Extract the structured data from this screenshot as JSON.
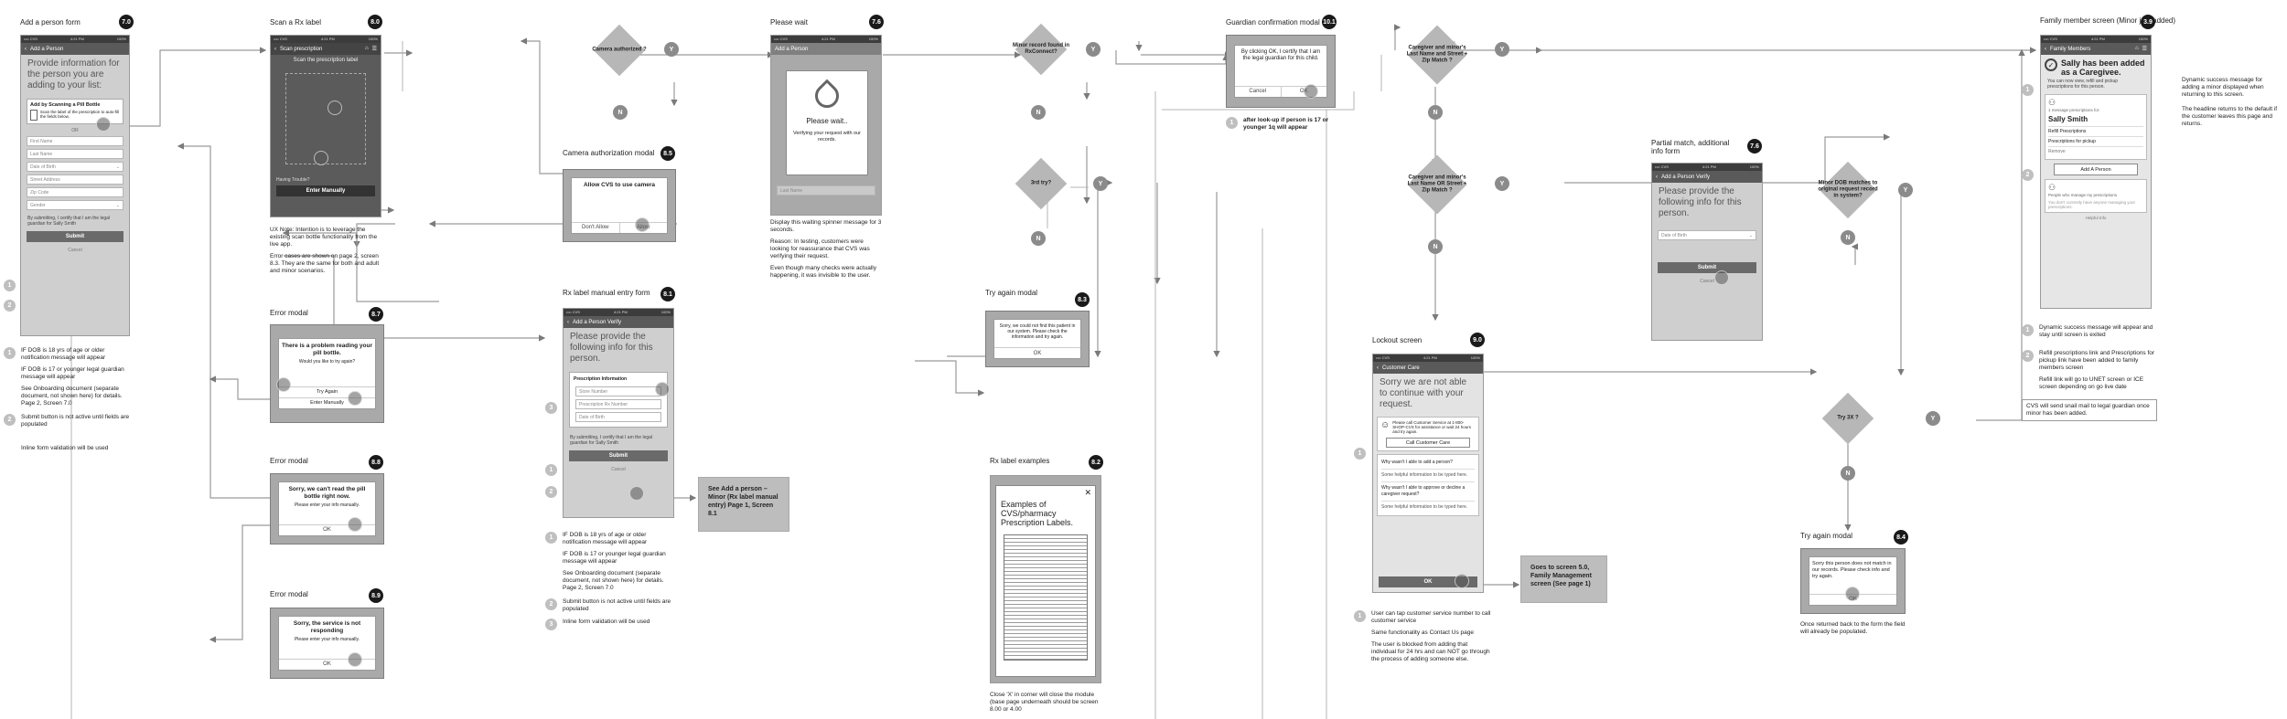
{
  "screens": {
    "s70": {
      "title": "Add a person form",
      "num": "7.0",
      "nav": "Add a Person",
      "intro": "Provide information for the person you are adding to your list:",
      "scan_title": "Add by Scanning a Pill Bottle",
      "scan_text": "Scan the label of the prescription to auto-fill the fields below.",
      "or": "OR",
      "fields": [
        "First Name",
        "Last Name",
        "Date of Birth",
        "Street Address",
        "Zip Code",
        "Gender"
      ],
      "consent": "By submitting, I certify that I am the legal guardian for Sally Smith",
      "submit": "Submit",
      "cancel": "Cancel"
    },
    "s80": {
      "title": "Scan a Rx label",
      "num": "8.0",
      "nav": "Scan prescription",
      "hint": "Scan the prescription label",
      "trouble": "Having Trouble?",
      "manual": "Enter Manually"
    },
    "s85": {
      "title": "Camera authorization modal",
      "num": "8.5",
      "msg": "Allow CVS to use camera",
      "deny": "Don't Allow",
      "allow": "Allow"
    },
    "s76a": {
      "title": "Please wait",
      "num": "7.6",
      "nav": "Add a Person",
      "wait": "Please wait..",
      "verify": "Verifying your request with our records.",
      "field": "Last Name"
    },
    "s101": {
      "title": "Guardian confirmation modal",
      "num": "10.1",
      "msg": "By clicking OK, I certify that I am the legal guardian for this child.",
      "cancel": "Cancel",
      "ok": "OK"
    },
    "s76b": {
      "title": "Partial match, additional info form",
      "num": "7.6",
      "nav": "Add a Person Verify",
      "intro": "Please provide the following info for this person.",
      "field": "Date of Birth",
      "submit": "Submit",
      "cancel": "Cancel"
    },
    "s39": {
      "title": "Family member screen (Minor just added)",
      "num": "3.9",
      "nav": "Family Members",
      "success": "Sally has been added as a Caregivee.",
      "success_sub": "You can now view, refill and pickup prescriptions for this person.",
      "card_meta": "1 message prescriptions for:",
      "name": "Sally Smith",
      "rows": [
        "Refill Prescriptions",
        "Prescriptions for pickup",
        "Remove"
      ],
      "add": "Add A Person",
      "people_label": "People who manage my prescriptions",
      "people_empty": "You don't currently have anyone managing your prescriptions.",
      "learn": "Helpful Info"
    },
    "s87": {
      "title": "Error modal",
      "num": "8.7",
      "msg": "There is a problem reading your pill bottle.",
      "sub": "Would you like to try again?",
      "a": "Try Again",
      "b": "Enter Manually"
    },
    "s88": {
      "title": "Error modal",
      "num": "8.8",
      "msg": "Sorry, we can't read the pill bottle right now.",
      "sub": "Please enter your info manually.",
      "ok": "OK"
    },
    "s89": {
      "title": "Error modal",
      "num": "8.9",
      "msg": "Sorry, the service is not responding",
      "sub": "Please enter your info manually.",
      "ok": "OK"
    },
    "s81": {
      "title": "Rx label manual entry form",
      "num": "8.1",
      "nav": "Add a Person Verify",
      "intro": "Please provide the following info for this person.",
      "section": "Prescription Information",
      "fields": [
        "Store Number",
        "Prescription Rx Number",
        "Date of Birth"
      ],
      "consent": "By submitting, I certify that I am the legal guardian for Sally Smith",
      "submit": "Submit",
      "cancel": "Cancel"
    },
    "s83": {
      "title": "Try again modal",
      "num": "8.3",
      "msg": "Sorry, we could not find this patient in our system. Please check the information and try again.",
      "ok": "OK"
    },
    "s82": {
      "title": "Rx label examples",
      "num": "8.2",
      "heading": "Examples of CVS/pharmacy Prescription Labels."
    },
    "s90": {
      "title": "Lockout screen",
      "num": "9.0",
      "nav": "Customer Care",
      "intro": "Sorry we are not able to continue with your request.",
      "call_text": "Please call Customer Service at 1-800-SHOP-CVS for assistance or wait 24 hours and try again.",
      "call_btn": "Call Customer Care",
      "faq": [
        "Why wasn't I able to add a person?",
        "Some helpful information to be typed here.",
        "Why wasn't I able to approve or decline a caregiver request?",
        "Some helpful information to be typed here."
      ],
      "ok": "OK"
    },
    "s84": {
      "title": "Try again modal",
      "num": "8.4",
      "msg": "Sorry this person does not match in our records. Please check info and try again.",
      "ok": "OK"
    }
  },
  "decisions": {
    "cam": "Camera authorized ?",
    "minor": "Minor record found in RxConnect?",
    "third": "3rd try?",
    "g1": "Caregiver and minor's Last Name and Street + Zip Match ?",
    "g2": "Caregiver and minor's Last Name OR Street + Zip Match ?",
    "dob": "Minor DOB matches to original request record in system?",
    "try": "Try 3X ?",
    "y": "Y",
    "n": "N"
  },
  "notes": {
    "n70": [
      "IF DOB is 18 yrs of age or older notification message will appear",
      "IF DOB is 17 or younger legal guardian message will appear",
      "See Onboarding document (separate document, not shown here) for details. Page 2, Screen 7.0",
      "Submit button is not active until fields are populated",
      "Inline form validation will be used"
    ],
    "n80": [
      "UX Note: Intention is to leverage the existing scan bottle functionality from the live app.",
      "Error cases are shown on page 2, screen 8.3. They are the same for both and adult and minor scenarios."
    ],
    "n76": [
      "Display this waiting spinner message for 3 seconds.",
      "Reason: In testing, customers were looking for reassurance that CVS was verifying their request.",
      "Even though many checks were actually happening, it was invisible to the user."
    ],
    "n81": [
      "IF DOB is 18 yrs of age or older notification message will appear",
      "IF DOB is 17 or younger legal guardian message will appear",
      "See Onboarding document (separate document, not shown here) for details. Page 2, Screen 7.0",
      "Submit button is not active until fields are populated",
      "Inline form validation will be used"
    ],
    "n101": "after look-up if person is 17 or younger 1q will appear",
    "n82": "Close 'X' in corner will close the module (base page underneath should be screen 8.00 or 4.00",
    "n90": [
      "User can tap customer service number to call customer service",
      "Same functionality as Contact Us page",
      "The user is blocked from adding that individual for 24 hrs and can NOT go through the process of adding someone else."
    ],
    "n84": "Once returned back to the form the field will already be populated.",
    "n39a": "Dynamic success message for adding a minor displayed when returning to this screen.",
    "n39b": "The headline returns to the default if the customer leaves this page and returns.",
    "n39c": [
      "Dynamic success message will appear and stay until screen is exited",
      "Refill prescriptions link and Prescriptions for pickup link have been added to family members screen",
      "Refill link will go to UNET screen or ICE screen depending on go live date",
      "CVS will send snail mail to legal guardian once minor has been added."
    ]
  },
  "goboxes": {
    "g81": "See Add a person – Minor (Rx label manual entry) Page 1, Screen 8.1",
    "g50": "Goes to screen 5.0, Family Management screen (See page 1)"
  }
}
